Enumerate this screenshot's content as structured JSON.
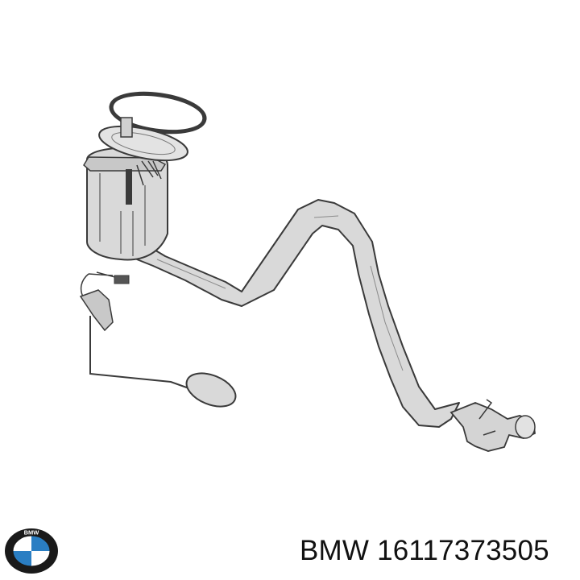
{
  "caption": {
    "brand": "BMW",
    "part_number": "16117373505"
  },
  "logo": {
    "letters": "BMW",
    "ring_color": "#1a1a1a",
    "blue_color": "#2a7ec3",
    "white_color": "#ffffff"
  },
  "drawing": {
    "fill_color": "#d9d9d9",
    "line_color": "#3a3a3a"
  }
}
